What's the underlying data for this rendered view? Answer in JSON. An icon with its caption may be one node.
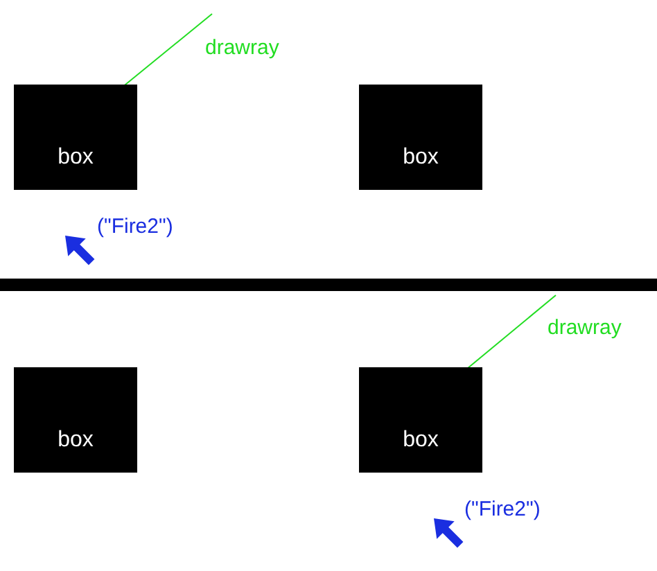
{
  "diagram": {
    "nodes": [
      {
        "text": [
          "box"
        ]
      },
      {
        "text": [
          "box"
        ]
      },
      {
        "text": [
          "box"
        ]
      },
      {
        "text": [
          "box"
        ]
      }
    ],
    "edges": [
      {
        "from": 0,
        "to": null,
        "arrow": "none",
        "label": "drawray"
      },
      {
        "from": 3,
        "to": null,
        "arrow": "none",
        "label": "drawray"
      }
    ],
    "labels": [
      "(\"Fire2\")",
      "(\"Fire2\")"
    ]
  }
}
